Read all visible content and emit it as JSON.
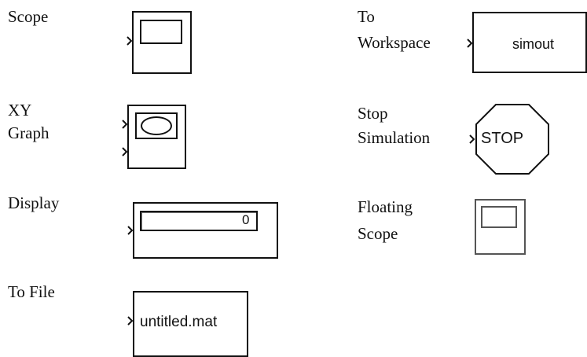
{
  "blocks": {
    "scope": {
      "label": "Scope"
    },
    "xy_graph": {
      "label_line1": "XY",
      "label_line2": "Graph"
    },
    "display": {
      "label": "Display",
      "value": "0"
    },
    "to_file": {
      "label": "To File",
      "filename": "untitled.mat"
    },
    "to_workspace": {
      "label_line1": "To",
      "label_line2": "Workspace",
      "variable": "simout"
    },
    "stop_simulation": {
      "label_line1": "Stop",
      "label_line2": "Simulation",
      "text": "STOP"
    },
    "floating_scope": {
      "label_line1": "Floating",
      "label_line2": "Scope"
    }
  }
}
